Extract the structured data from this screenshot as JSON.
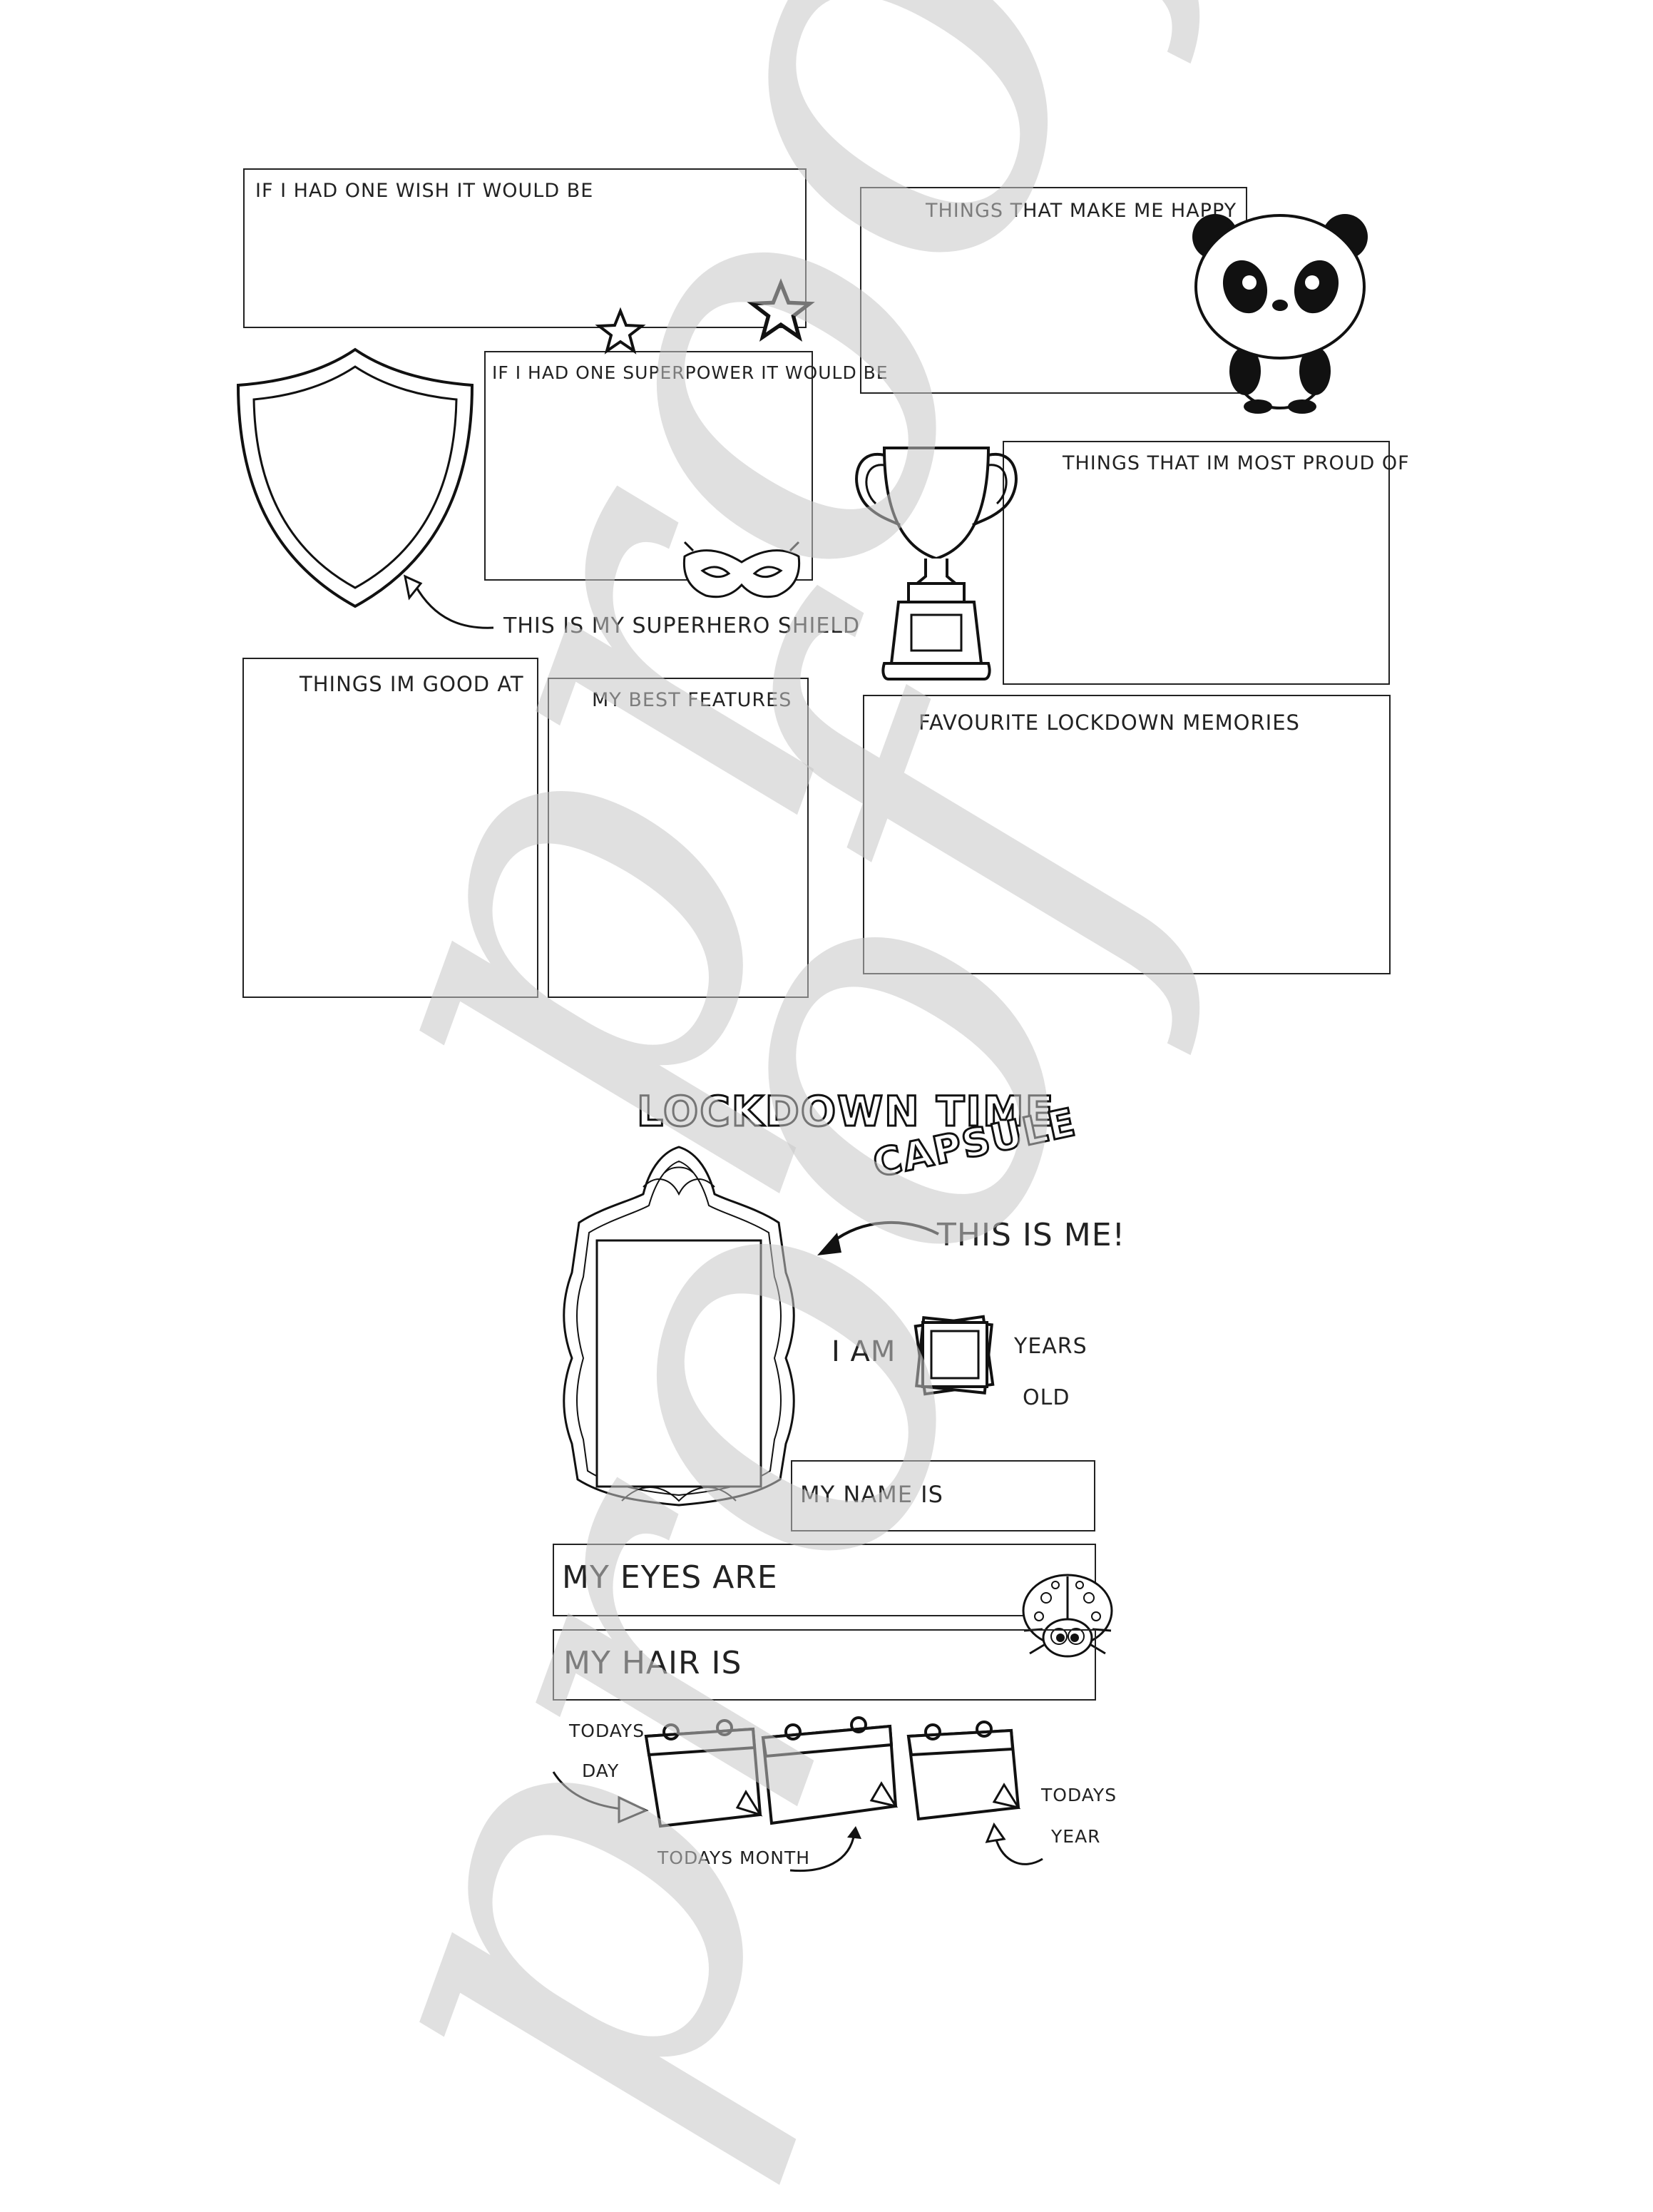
{
  "worksheet1": {
    "one_wish": "IF I HAD ONE WISH IT WOULD BE",
    "superpower": "IF I HAD ONE SUPERPOWER IT WOULD BE",
    "shield_caption": "THIS IS MY SUPERHERO SHIELD",
    "good_at": "THINGS IM GOOD AT",
    "best_features": "MY BEST FEATURES",
    "make_happy": "THINGS THAT MAKE ME HAPPY",
    "proud_of": "THINGS THAT IM MOST PROUD OF",
    "lockdown_memories": "FAVOURITE LOCKDOWN MEMORIES"
  },
  "worksheet2": {
    "title_line1": "LOCKDOWN TIME",
    "title_line2": "CAPSULE",
    "this_is_me": "THIS IS ME!",
    "i_am": "I AM",
    "years": "YEARS",
    "old": "OLD",
    "name": "MY NAME IS",
    "eyes": "MY EYES ARE",
    "hair": "MY HAIR IS",
    "todays_day_1": "TODAYS",
    "todays_day_2": "DAY",
    "todays_month": "TODAYS MONTH",
    "todays_year_1": "TODAYS",
    "todays_year_2": "YEAR"
  },
  "watermark": "proof",
  "icons": [
    "shield-icon",
    "star-icon",
    "mask-icon",
    "arrow-icon",
    "panda-icon",
    "trophy-icon",
    "mirror-frame-icon",
    "photo-stack-icon",
    "ladybug-icon",
    "calendar-icon"
  ]
}
